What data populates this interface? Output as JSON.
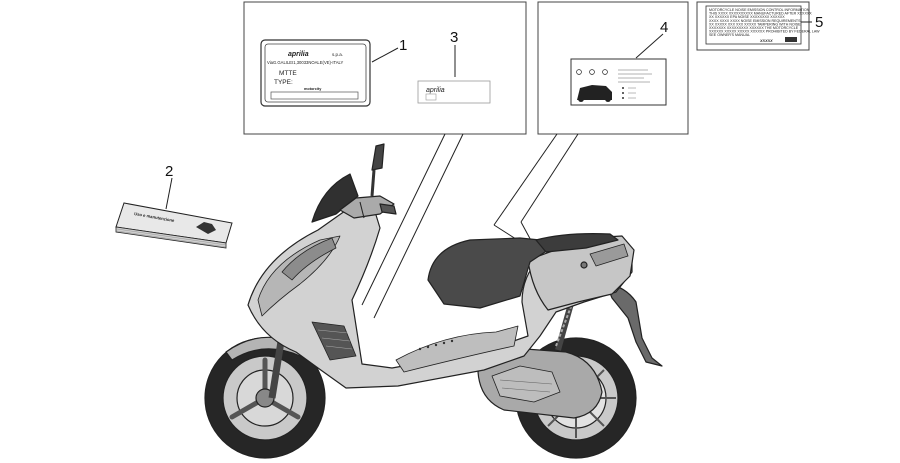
{
  "callouts": [
    {
      "number": "1",
      "part": "manufacturer-plate"
    },
    {
      "number": "2",
      "part": "owner-manual"
    },
    {
      "number": "3",
      "part": "aprilia-sticker"
    },
    {
      "number": "4",
      "part": "info-label"
    },
    {
      "number": "5",
      "part": "emission-control-label"
    }
  ],
  "plate": {
    "brand": "aprilia",
    "company_suffix": "s.p.a.",
    "address": "ViaG.GALILEI1,30033NOALE(VE)-ITALY",
    "mtte": "MTTE",
    "type": "TYPE:",
    "model": "motorcity"
  },
  "sticker": {
    "brand": "aprilia"
  },
  "manual": {
    "title": "Uso e manutenzione"
  },
  "emission_label": {
    "lines": [
      "MOTORCYCLE NOISE EMISSION CONTROL INFORMATION",
      "THIS XXXX XXXXXXXXXX MANUFACTURED AFTER XXXXXX",
      "XX XXXXXX EPA NOISE XXXXXXXX XXXXXX",
      "XXXX XXXX XXXX NOISE EMISSION REQUIREMENTS",
      "XX XXXXX XXX XXX XXXXX TAMPERING WITH NOISE",
      "XXXXXXX XXXXXXXXX XXXXXX THE MOTORCYCLE",
      "XXXXXX XXXXX XXXXX XXXXXX PROHIBITED BY FEDERAL LAW",
      "SEE OWNER'S MANUAL"
    ],
    "code": "XXXXX"
  },
  "colors": {
    "line": "#222222",
    "body_light": "#d4d4d4",
    "body_mid": "#b4b4b4",
    "body_dark": "#4a4a4a",
    "panel_border": "#555555"
  }
}
